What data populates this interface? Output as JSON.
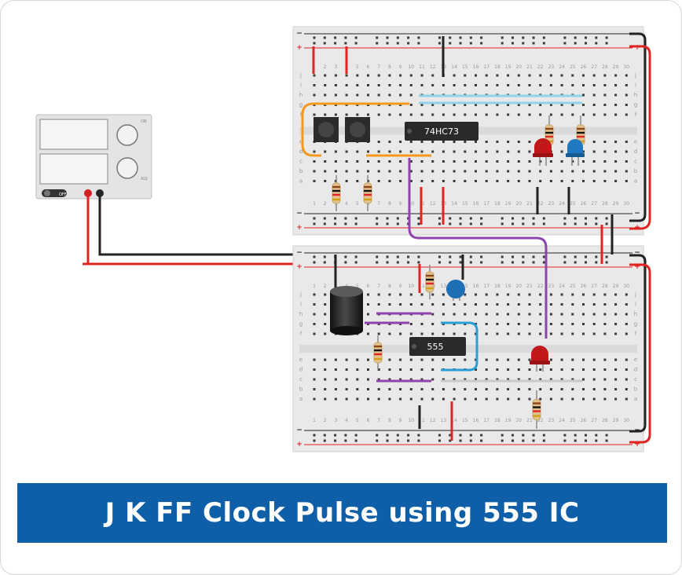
{
  "title": "J K FF Clock Pulse using 555 IC",
  "power_supply": {
    "switch_label": "OFF"
  },
  "top_board": {
    "chip_label": "74HC73"
  },
  "bottom_board": {
    "chip_label": "555"
  },
  "rail_plus": "+",
  "rail_minus": "−",
  "row_letters_top": [
    "j",
    "i",
    "h",
    "g",
    "f"
  ],
  "row_letters_bottom": [
    "e",
    "d",
    "c",
    "b",
    "a"
  ],
  "column_numbers": [
    "1",
    "2",
    "3",
    "4",
    "5",
    "6",
    "7",
    "8",
    "9",
    "10",
    "11",
    "12",
    "13",
    "14",
    "15",
    "16",
    "17",
    "18",
    "19",
    "20",
    "21",
    "22",
    "23",
    "24",
    "25",
    "26",
    "27",
    "28",
    "29",
    "30"
  ],
  "colors": {
    "banner": "#0f5fa8",
    "wire_red": "#e02424",
    "wire_black": "#222222",
    "wire_orange": "#f39a1e",
    "wire_purple": "#8e44ad",
    "wire_lightblue": "#8fd3e8",
    "wire_blue": "#2a9fd6",
    "led_red": "#c0181b",
    "led_blue": "#1f78c1",
    "capacitor_blue": "#1f6fb5"
  }
}
